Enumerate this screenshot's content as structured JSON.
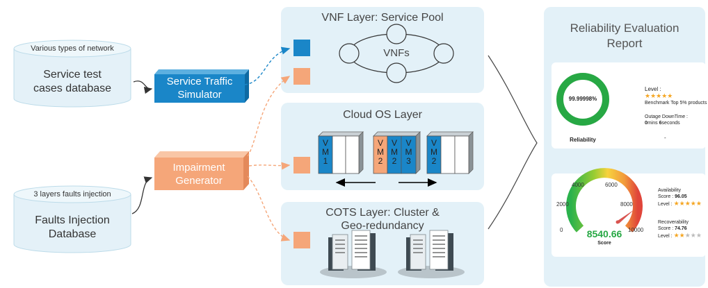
{
  "inputs": {
    "service_db": {
      "caption": "Various types of network",
      "name_line1": "Service test",
      "name_line2": "cases database"
    },
    "faults_db": {
      "caption": "3 layers faults injection",
      "name_line1": "Faults Injection",
      "name_line2": "Database"
    }
  },
  "tools": {
    "simulator": {
      "line1": "Service Traffic",
      "line2": "Simulator",
      "color": "#1a86c8"
    },
    "impairment": {
      "line1": "Impairment",
      "line2": "Generator",
      "color": "#f5a679"
    }
  },
  "layers": {
    "vnf": {
      "title": "VNF Layer: Service Pool",
      "vnfs_label": "VNFs"
    },
    "cloud": {
      "title": "Cloud OS Layer",
      "vms": [
        {
          "letter": "V",
          "letter2": "M",
          "num": "1",
          "color": "#1a86c8"
        },
        {
          "letter": "V",
          "letter2": "M",
          "num": "2",
          "color": "#f5a679"
        },
        {
          "letter": "V",
          "letter2": "M",
          "num": "2",
          "color": "#1a86c8"
        },
        {
          "letter": "V",
          "letter2": "M",
          "num": "3",
          "color": "#1a86c8"
        },
        {
          "letter": "V",
          "letter2": "M",
          "num": "2",
          "color": "#1a86c8"
        }
      ]
    },
    "cots": {
      "title_line1": "COTS Layer: Cluster &",
      "title_line2": "Geo-redundancy"
    }
  },
  "report": {
    "title_line1": "Reliability Evaluation",
    "title_line2": "Report",
    "reliability": {
      "value": "99.99998%",
      "label": "Reliability",
      "level_label": "Level :",
      "stars": "★★★★★",
      "benchmark": "Benchmark Top 5% products",
      "outage_label": "Outage DownTime :",
      "outage_mins": "0",
      "outage_mins_unit": "mins ",
      "outage_secs": "6",
      "outage_secs_unit": "seconds",
      "dash": "-",
      "ring_color": "#27a844"
    },
    "score": {
      "value": "8540.66",
      "label": "Score",
      "gauge_min": 0,
      "gauge_max": 10000,
      "ticks": [
        "0",
        "2000",
        "4000",
        "6000",
        "8000",
        "10000"
      ],
      "availability_label": "Availability",
      "availability_score_label": "Score : ",
      "availability_score": "96.05",
      "availability_level_label": "Level : ",
      "availability_stars": "★★★★★",
      "recoverability_label": "Recoverability",
      "recoverability_score_label": "Score : ",
      "recoverability_score": "74.76",
      "recoverability_level_label": "Level : ",
      "recoverability_stars_filled": "★★",
      "recoverability_stars_empty": "★★★",
      "value_color": "#27a844",
      "needle_color": "#d9534f"
    }
  },
  "colors": {
    "blue": "#1a86c8",
    "orange": "#f5a679",
    "panel_bg": "#e3f1f8",
    "grey_cylinder": "#e4f1f8"
  }
}
